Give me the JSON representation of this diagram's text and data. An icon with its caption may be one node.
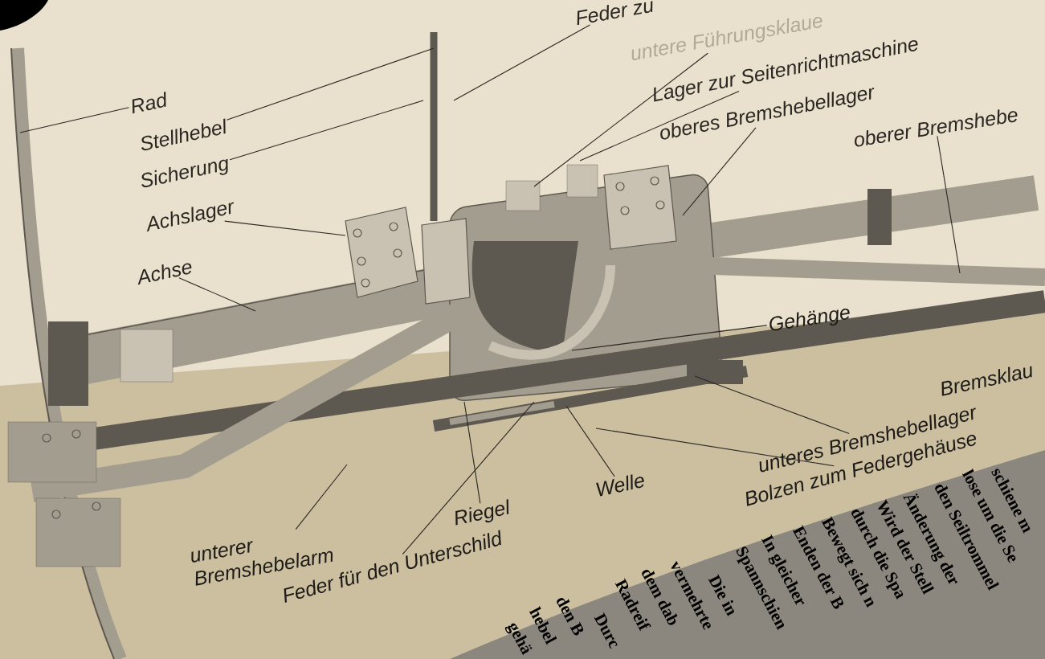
{
  "diagram": {
    "nodes": [
      {
        "text": [
          "Feder zu"
        ]
      },
      {
        "text": [
          "untere Führungsklaue"
        ]
      },
      {
        "text": [
          "Lager zur Seitenrichtmaschine"
        ]
      },
      {
        "text": [
          "oberes Bremshebellager"
        ]
      },
      {
        "text": [
          "oberer Bremshebe"
        ]
      },
      {
        "text": [
          "Rad"
        ]
      },
      {
        "text": [
          "Stellhebel"
        ]
      },
      {
        "text": [
          "Sicherung"
        ]
      },
      {
        "text": [
          "Achslager"
        ]
      },
      {
        "text": [
          "Achse"
        ]
      },
      {
        "text": [
          "Gehänge"
        ]
      },
      {
        "text": [
          "Bremsklau"
        ]
      },
      {
        "text": [
          "unteres Bremshebellager"
        ]
      },
      {
        "text": [
          "Bolzen zum Federgehäuse"
        ]
      },
      {
        "text": [
          "Welle"
        ]
      },
      {
        "text": [
          "Riegel"
        ]
      },
      {
        "text": [
          "unterer Bremshebelarm"
        ]
      },
      {
        "text": [
          "Feder für den Unterschild"
        ]
      }
    ],
    "edges": [
      {
        "from": 0,
        "to": null,
        "arrow": "none"
      },
      {
        "from": 1,
        "to": null,
        "arrow": "none"
      },
      {
        "from": 2,
        "to": null,
        "arrow": "none"
      },
      {
        "from": 3,
        "to": null,
        "arrow": "none"
      },
      {
        "from": 4,
        "to": null,
        "arrow": "none"
      },
      {
        "from": 5,
        "to": null,
        "arrow": "none"
      },
      {
        "from": 6,
        "to": null,
        "arrow": "none"
      },
      {
        "from": 7,
        "to": null,
        "arrow": "none"
      },
      {
        "from": 8,
        "to": null,
        "arrow": "none"
      },
      {
        "from": 9,
        "to": null,
        "arrow": "none"
      },
      {
        "from": 10,
        "to": null,
        "arrow": "none"
      },
      {
        "from": 12,
        "to": null,
        "arrow": "none"
      },
      {
        "from": 13,
        "to": null,
        "arrow": "none"
      },
      {
        "from": 14,
        "to": null,
        "arrow": "none"
      },
      {
        "from": 15,
        "to": null,
        "arrow": "none"
      },
      {
        "from": 16,
        "to": null,
        "arrow": "none"
      },
      {
        "from": 17,
        "to": null,
        "arrow": "none"
      }
    ],
    "labels": [
      "gehä",
      "hebel",
      "den B",
      "Durc",
      "Radreif",
      "dem dab",
      "vermehrte",
      "Die in",
      "Spannschien",
      "In gleicher",
      "Enden der B",
      "Bewegt sich n",
      "durch die Spa",
      "Wird der Stell",
      "Änderung der",
      "den Seiltrommel",
      "lose um die Se",
      "schiene m"
    ]
  }
}
